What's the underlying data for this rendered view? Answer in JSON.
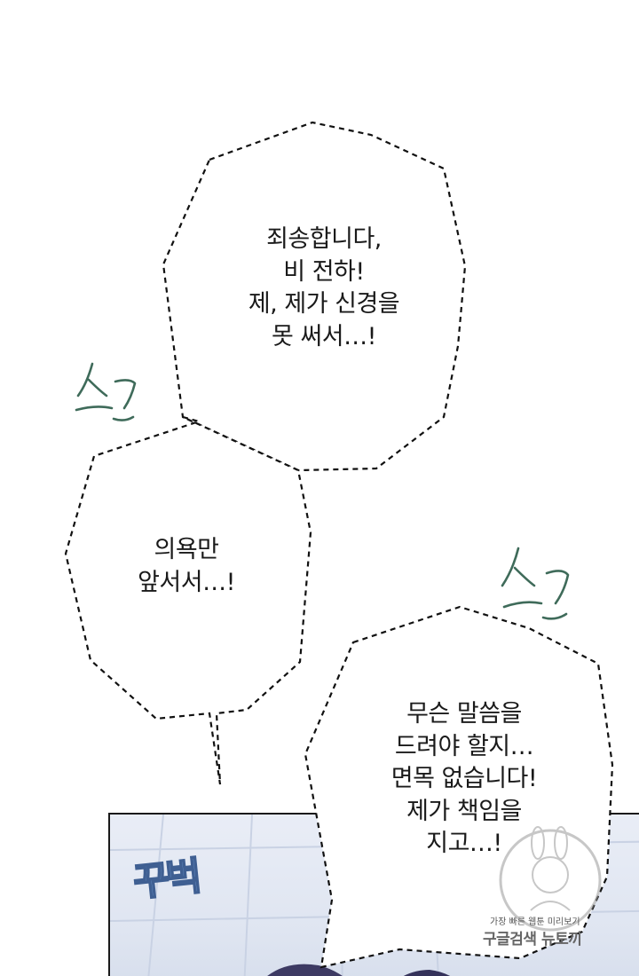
{
  "bubble_top": {
    "lines": [
      "죄송합니다,",
      "비 전하!",
      "제, 제가 신경을",
      "못 써서…!"
    ]
  },
  "bubble_left": {
    "lines": [
      "의욕만",
      "앞서서…!"
    ]
  },
  "bubble_right": {
    "lines": [
      "무슨 말씀을",
      "드려야 할지…",
      "면목 없습니다!",
      "제가 책임을",
      "지고…!"
    ]
  },
  "sfx": {
    "panel_impact": "꾸벅"
  },
  "watermark": {
    "tagline": "가장 빠른 웹툰 미리보기",
    "brand": "구글검색 뉴토끼"
  },
  "colors": {
    "panel_bg": "#e3e8f3",
    "sfx_blue": "#7aa7e0",
    "sfx_green": "#3f6b5a"
  }
}
